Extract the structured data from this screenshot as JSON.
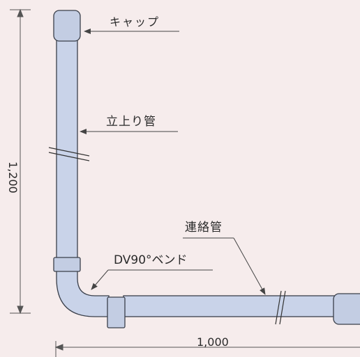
{
  "labels": {
    "cap": "キャップ",
    "riser": "立上り管",
    "connecting_pipe": "連絡管",
    "bend": "DV90°ベンド"
  },
  "dimensions": {
    "vertical": "1,200",
    "horizontal": "1,000"
  },
  "colors": {
    "background": "#f6ecec",
    "pipe_fill": "#c9d3e9",
    "pipe_stroke": "#3a3f4a",
    "line": "#444444"
  }
}
